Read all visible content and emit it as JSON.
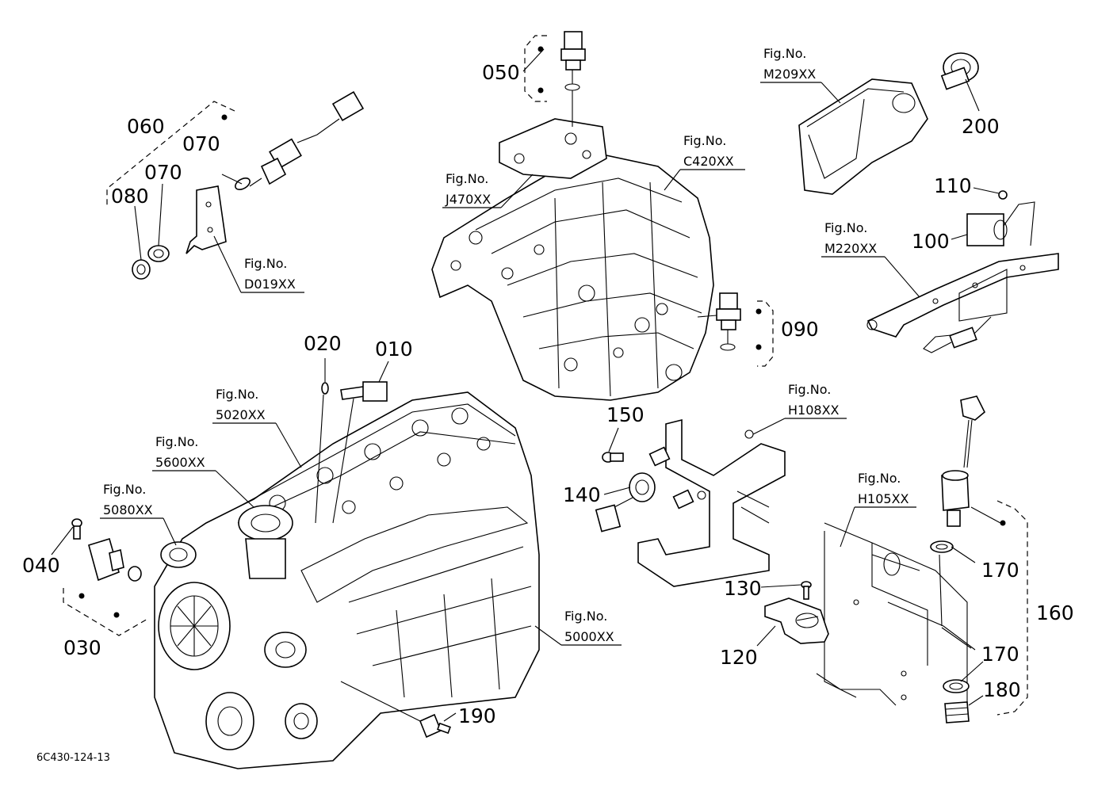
{
  "diagram": {
    "doc_id": "6C430-124-13",
    "callouts": {
      "c010": "010",
      "c020": "020",
      "c030": "030",
      "c040": "040",
      "c050": "050",
      "c060": "060",
      "c070a": "070",
      "c070b": "070",
      "c080": "080",
      "c090": "090",
      "c100": "100",
      "c110": "110",
      "c120": "120",
      "c130": "130",
      "c140": "140",
      "c150": "150",
      "c160": "160",
      "c170a": "170",
      "c170b": "170",
      "c180": "180",
      "c190": "190",
      "c200": "200"
    },
    "figure_refs": {
      "d019": {
        "label": "Fig.No.",
        "code": "D019XX"
      },
      "j470": {
        "label": "Fig.No.",
        "code": "J470XX"
      },
      "c420": {
        "label": "Fig.No.",
        "code": "C420XX"
      },
      "m209": {
        "label": "Fig.No.",
        "code": "M209XX"
      },
      "m220": {
        "label": "Fig.No.",
        "code": "M220XX"
      },
      "s5020": {
        "label": "Fig.No.",
        "code": "5020XX"
      },
      "s5600": {
        "label": "Fig.No.",
        "code": "5600XX"
      },
      "s5080": {
        "label": "Fig.No.",
        "code": "5080XX"
      },
      "s5000": {
        "label": "Fig.No.",
        "code": "5000XX"
      },
      "h108": {
        "label": "Fig.No.",
        "code": "H108XX"
      },
      "h105": {
        "label": "Fig.No.",
        "code": "H105XX"
      }
    }
  }
}
